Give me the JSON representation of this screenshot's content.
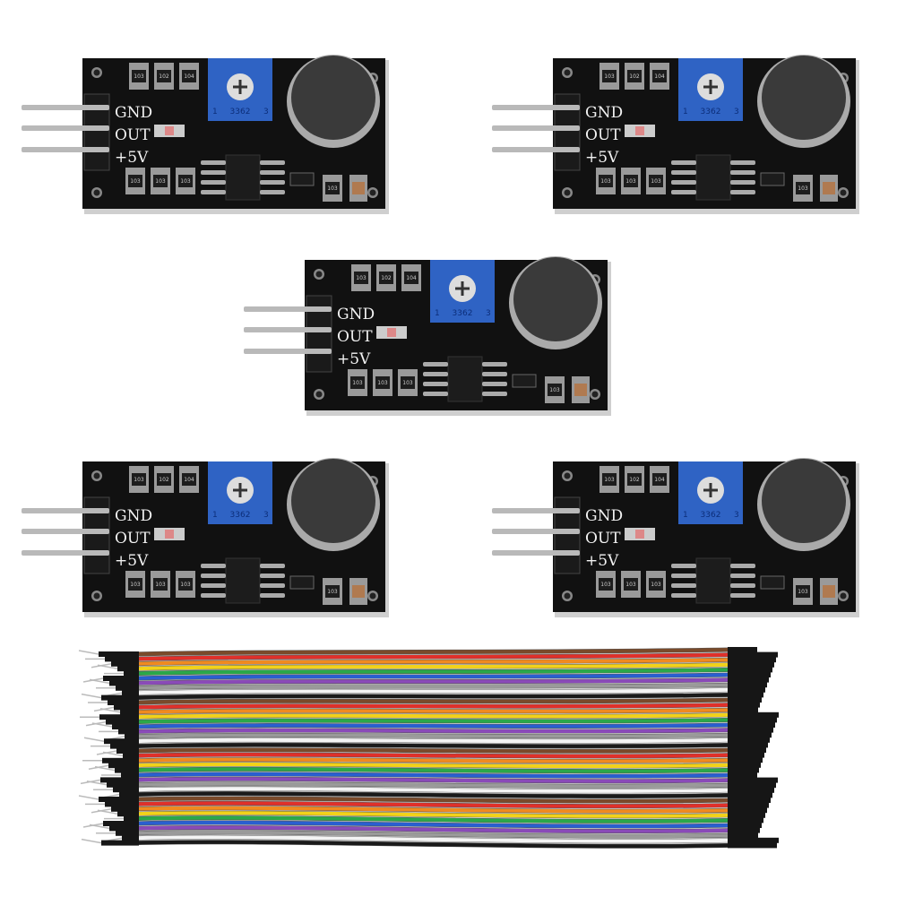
{
  "product": {
    "module_count": 5,
    "module": {
      "pin_labels": [
        "GND",
        "OUT",
        "+5V"
      ],
      "potentiometer_label": "3362",
      "pot_pin_left": "1",
      "pot_pin_right": "3",
      "resistor_codes_top": [
        "103",
        "102",
        "104"
      ],
      "resistor_codes_bottom": [
        "103",
        "103",
        "103"
      ],
      "resistor_code_right": "103",
      "colors": {
        "pcb": "#111111",
        "potentiometer": "#2f63c4",
        "microphone": "#3a3a3a",
        "pcb_edge": "#cfcfcf"
      }
    },
    "jumper_wires": {
      "colors": [
        "#7a4a2a",
        "#e0302a",
        "#f08a20",
        "#f2d21a",
        "#2aa84a",
        "#2a5fd0",
        "#8a4ab8",
        "#9a9a9a",
        "#f4f4f4",
        "#1a1a1a"
      ]
    }
  }
}
